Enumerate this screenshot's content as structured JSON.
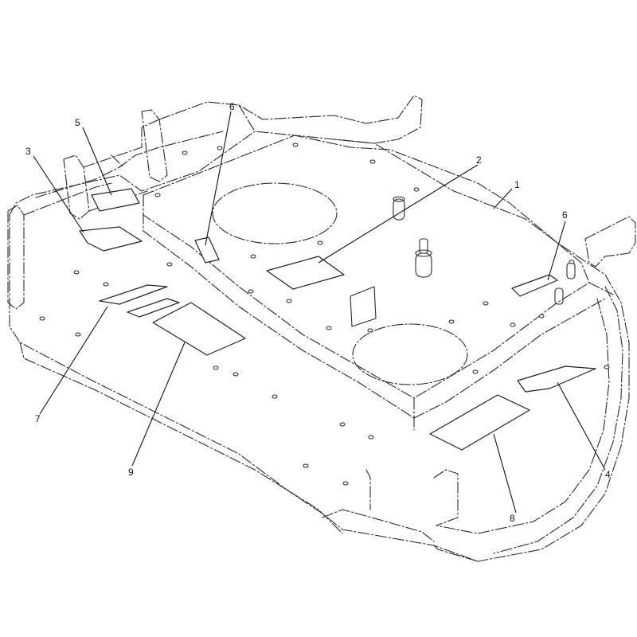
{
  "callouts": [
    {
      "id": "c1",
      "label": "1"
    },
    {
      "id": "c2",
      "label": "2"
    },
    {
      "id": "c3",
      "label": "3"
    },
    {
      "id": "c4",
      "label": "4"
    },
    {
      "id": "c5",
      "label": "5"
    },
    {
      "id": "c6a",
      "label": "6"
    },
    {
      "id": "c6b",
      "label": "6"
    },
    {
      "id": "c7",
      "label": "7"
    },
    {
      "id": "c8",
      "label": "8"
    },
    {
      "id": "c9",
      "label": "9"
    }
  ],
  "colors": {
    "line": "#2a2a2a",
    "background": "#ffffff"
  }
}
